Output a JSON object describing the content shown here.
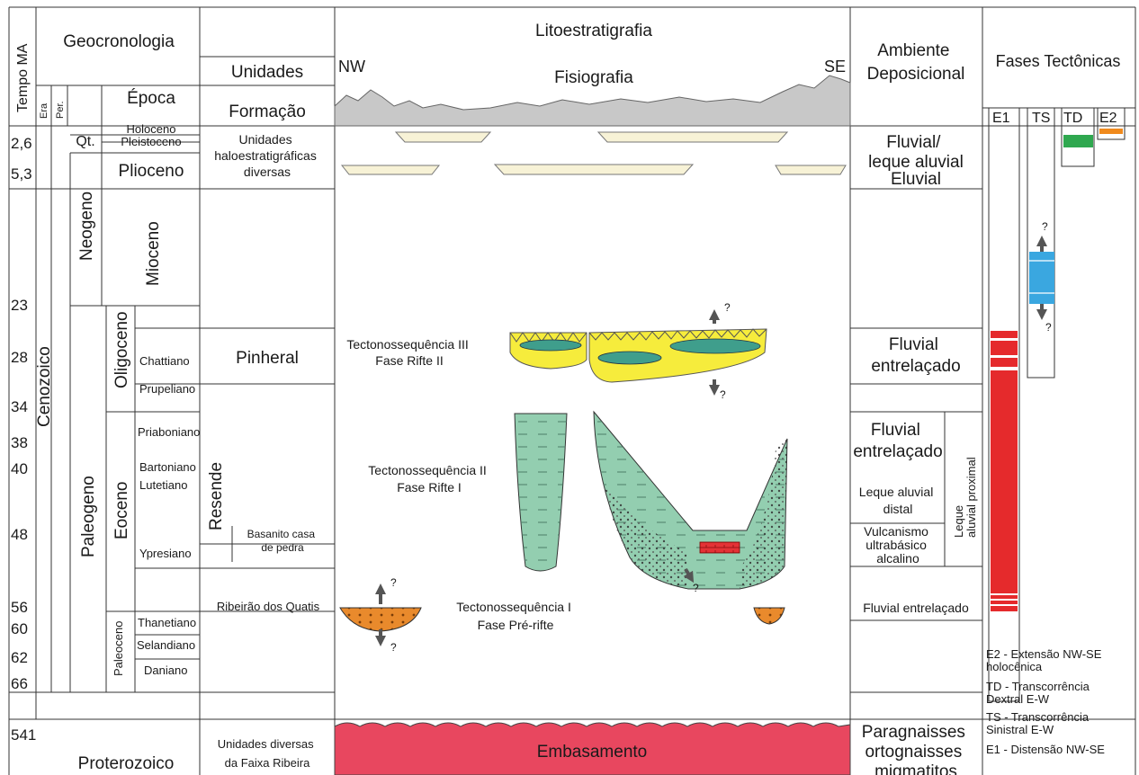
{
  "headers": {
    "tempo": "Tempo MA",
    "geocronologia": "Geocronologia",
    "era": "Era",
    "periodo": "Per.",
    "epoca": "Época",
    "litoestratigrafia": "Litoestratigrafia",
    "unidades": "Unidades",
    "formacao": "Formação",
    "fisiografia": "Fisiografia",
    "nw": "NW",
    "se": "SE",
    "ambiente_line1": "Ambiente",
    "ambiente_line2": "Deposicional",
    "fases": "Fases Tectônicas",
    "fase_cols": [
      "E1",
      "TS",
      "TD",
      "E2"
    ]
  },
  "ages": [
    "2,6",
    "5,3",
    "23",
    "28",
    "34",
    "38",
    "40",
    "48",
    "56",
    "60",
    "62",
    "66",
    "541"
  ],
  "eras": {
    "cenozoico": "Cenozoico",
    "proterozoico": "Proterozoico"
  },
  "periods": {
    "qt": "Qt.",
    "neogeno": "Neogeno",
    "paleogeno": "Paleogeno"
  },
  "epochs": {
    "holoceno": "Holoceno",
    "pleistoceno": "Pleistoceno",
    "plioceno": "Plioceno",
    "mioceno": "Mioceno",
    "oligoceno": "Oligoceno",
    "eoceno": "Eoceno",
    "paleoceno": "Paleoceno"
  },
  "stages": [
    "Chattiano",
    "Prupeliano",
    "Priaboniano",
    "Bartoniano",
    "Lutetiano",
    "Ypresiano",
    "Thanetiano",
    "Selandiano",
    "Daniano"
  ],
  "formations": {
    "haloestrat": [
      "Unidades",
      "haloestratigráficas",
      "diversas"
    ],
    "pinheral": "Pinheral",
    "resende": "Resende",
    "basanito": [
      "Basanito casa",
      "de pedra"
    ],
    "ribeirao": "Ribeirão dos Quatis",
    "unidades_diversas": [
      "Unidades diversas",
      "da Faixa Ribeira"
    ]
  },
  "sequences": {
    "ts3": [
      "Tectonossequência III",
      "Fase Rifte II"
    ],
    "ts2": [
      "Tectonossequência II",
      "Fase Rifte I"
    ],
    "ts1": [
      "Tectonossequência I",
      "Fase Pré-rifte"
    ],
    "embasamento": "Embasamento",
    "q": "?"
  },
  "environments": {
    "fluvial_leque": [
      "Fluvial/",
      "leque aluvial"
    ],
    "eluvial": "Eluvial",
    "fluvial_entrelacado_1": [
      "Fluvial",
      "entrelaçado"
    ],
    "fluvial_entrelacado_2": [
      "Fluvial",
      "entrelaçado"
    ],
    "leque_distal": [
      "Leque aluvial",
      "distal"
    ],
    "vulcanismo": [
      "Vulcanismo",
      "ultrabásico",
      "alcalino"
    ],
    "leque_proximal": [
      "Leque",
      "aluvial proximal"
    ],
    "fluvial_entrelacado_3": "Fluvial entrelaçado",
    "paragnaisses": [
      "Paragnaisses",
      "ortognaisses",
      "migmatitos"
    ]
  },
  "legend": [
    [
      "E2 - Extensão NW-SE",
      "holocênica"
    ],
    [
      "TD - Transcorrência",
      "Dextral E-W"
    ],
    [
      "TS - Transcorrência",
      "Sinistral E-W"
    ],
    [
      "E1 - Distensão NW-SE"
    ]
  ],
  "colors": {
    "grid": "#333333",
    "physiography": "#c8c8c8",
    "pale_sand": "#f7f2d6",
    "rift2_yellow": "#f6ec3c",
    "lake_teal": "#3f9e8c",
    "rift1_green": "#93ceb0",
    "pre_rift_orange": "#e98a2c",
    "basalt_red": "#e43236",
    "basement_pink": "#e8475f",
    "e1_red": "#e52a2c",
    "ts_blue": "#3aa7e0",
    "td_green": "#2fa84f",
    "e2_orange": "#f08a1d",
    "arrow": "#555555"
  }
}
